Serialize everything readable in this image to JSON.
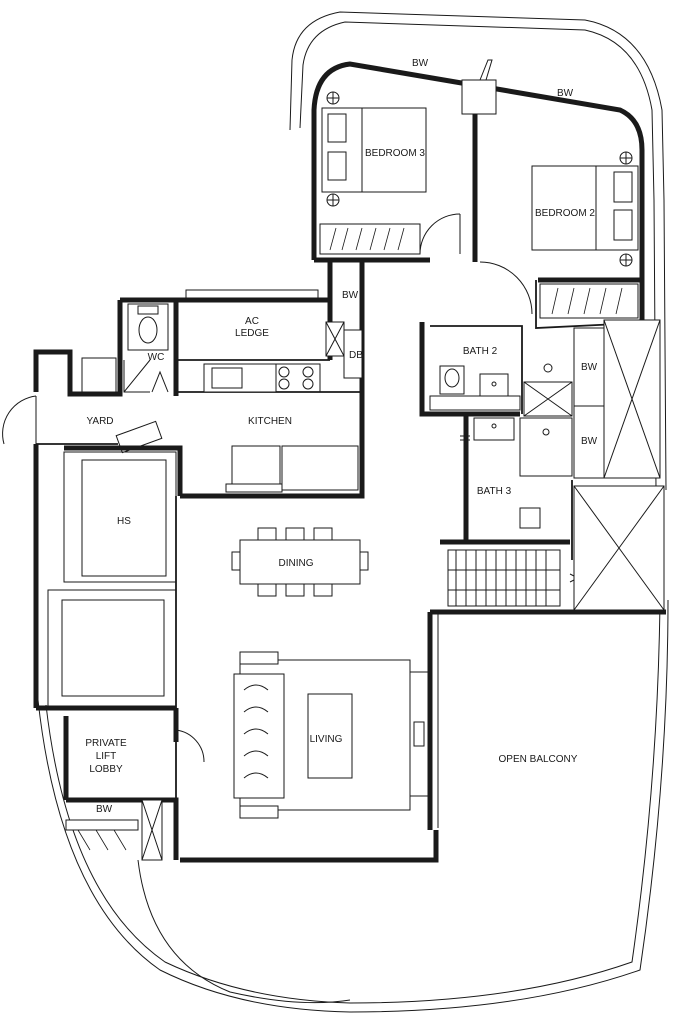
{
  "rooms": {
    "bedroom3": "BEDROOM 3",
    "bedroom2": "BEDROOM 2",
    "bw_top_left": "BW",
    "bw_top_right": "BW",
    "bw_kitchen": "BW",
    "bw_bath_upper": "BW",
    "bw_bath_lower": "BW",
    "bw_lobby": "BW",
    "ac_ledge_line1": "AC",
    "ac_ledge_line2": "LEDGE",
    "wc": "WC",
    "db": "DB",
    "yard": "YARD",
    "kitchen": "KITCHEN",
    "bath2": "BATH 2",
    "bath3": "BATH 3",
    "hs": "HS",
    "dining": "DINING",
    "living": "LIVING",
    "lobby_line1": "PRIVATE",
    "lobby_line2": "LIFT",
    "lobby_line3": "LOBBY",
    "open_balcony": "OPEN BALCONY"
  },
  "colors": {
    "wall": "#1a1a1a",
    "background": "#ffffff",
    "hatch_fill": "#f4f4f4"
  }
}
